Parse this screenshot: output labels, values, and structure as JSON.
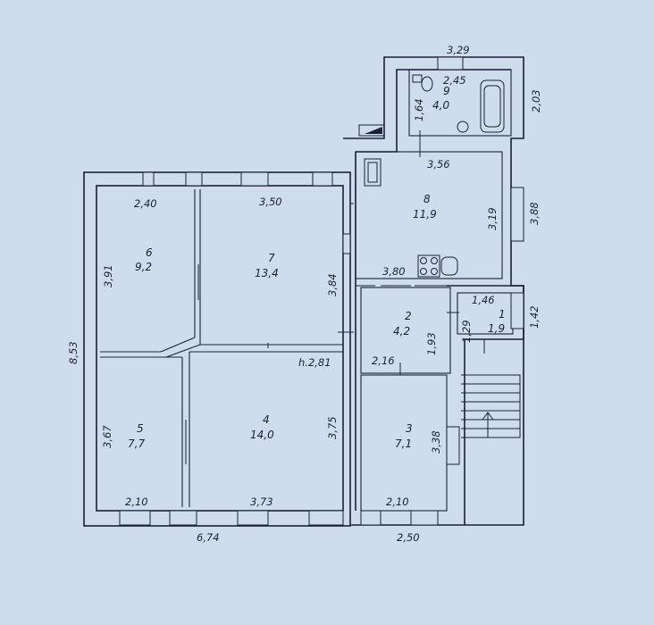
{
  "rooms": [
    {
      "id": "1",
      "area": "1,9"
    },
    {
      "id": "2",
      "area": "4,2"
    },
    {
      "id": "3",
      "area": "7,1"
    },
    {
      "id": "4",
      "area": "14,0"
    },
    {
      "id": "5",
      "area": "7,7"
    },
    {
      "id": "6",
      "area": "9,2"
    },
    {
      "id": "7",
      "area": "13,4"
    },
    {
      "id": "8",
      "area": "11,9"
    },
    {
      "id": "9",
      "area": "4,0"
    }
  ],
  "dimensions": {
    "d_3_29": "3,29",
    "d_2_45": "2,45",
    "d_2_03": "2,03",
    "d_1_64": "1,64",
    "d_3_56": "3,56",
    "d_3_88": "3,88",
    "d_3_19": "3,19",
    "d_2_40": "2,40",
    "d_3_50": "3,50",
    "d_3_91": "3,91",
    "d_8_53": "8,53",
    "d_3_84": "3,84",
    "d_3_80": "3,80",
    "d_1_46": "1,46",
    "d_1_42": "1,42",
    "d_1_29": "1,29",
    "d_1_93": "1,93",
    "d_2_16": "2,16",
    "d_height": "h.2,81",
    "d_3_67": "3,67",
    "d_3_75": "3,75",
    "d_3_38": "3,38",
    "d_2_10a": "2,10",
    "d_3_73": "3,73",
    "d_2_10b": "2,10",
    "d_6_74": "6,74",
    "d_2_50": "2,50"
  }
}
